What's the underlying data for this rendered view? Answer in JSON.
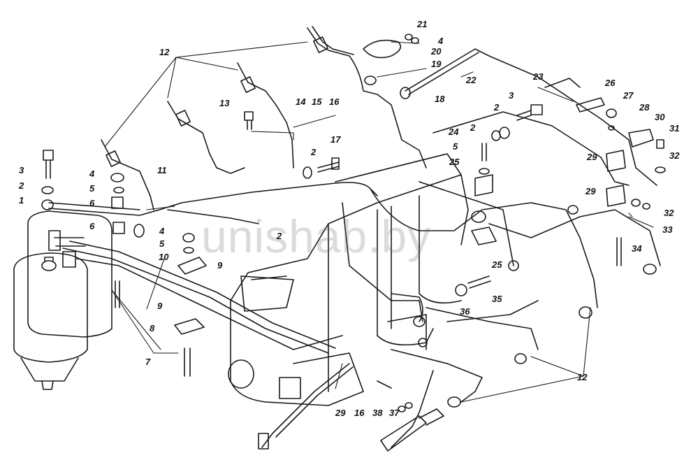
{
  "diagram": {
    "line_color": "#1a1a1a",
    "background": "#ffffff",
    "callouts": {
      "c21": "21",
      "c4a": "4",
      "c20": "20",
      "c19": "19",
      "c22": "22",
      "c12a": "12",
      "c23": "23",
      "c26": "26",
      "c27": "27",
      "c28": "28",
      "c30": "30",
      "c31": "31",
      "c32a": "32",
      "c29a": "29",
      "c29b": "29",
      "c32b": "32",
      "c33": "33",
      "c34": "34",
      "c13": "13",
      "c14": "14",
      "c15": "15",
      "c16a": "16",
      "c18": "18",
      "c3a": "3",
      "c2a": "2",
      "c2b": "2",
      "c24": "24",
      "c5a": "5",
      "c25a": "25",
      "c17": "17",
      "c2c": "2",
      "c11": "11",
      "c3b": "3",
      "c2d": "2",
      "c1": "1",
      "c4b": "4",
      "c5b": "5",
      "c6a": "6",
      "c6b": "6",
      "c4c": "4",
      "c5c": "5",
      "c10": "10",
      "c9a": "9",
      "c2e": "2",
      "c25b": "25",
      "c35": "35",
      "c36": "36",
      "c9b": "9",
      "c8": "8",
      "c7": "7",
      "c12b": "12",
      "c29c": "29",
      "c16b": "16",
      "c38": "38",
      "c37": "37"
    },
    "watermark": "unishab.by"
  }
}
